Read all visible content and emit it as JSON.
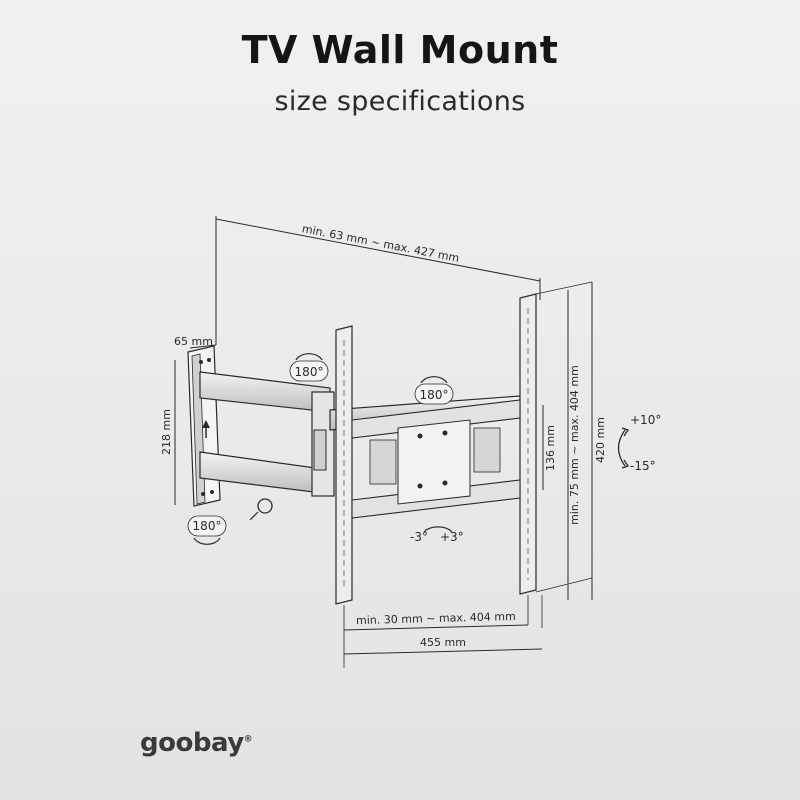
{
  "header": {
    "title": "TV Wall Mount",
    "subtitle": "size specifications"
  },
  "dimensions": {
    "arm_extension": "min. 63 mm ~ max. 427 mm",
    "wall_plate_depth": "65 mm",
    "wall_plate_height": "218 mm",
    "vesa_vertical": "min. 75 mm ~ max. 404 mm",
    "tv_bracket_height": "420 mm",
    "inner_height": "136 mm",
    "vesa_horizontal": "min. 30 mm ~ max. 404 mm",
    "tv_bracket_width": "455 mm"
  },
  "rotations": {
    "arm_swivel_top": "180°",
    "arm_swivel_middle": "180°",
    "wall_swivel_bottom": "180°",
    "tilt_up": "+10°",
    "tilt_down": "-15°",
    "level_minus": "-3°",
    "level_plus": "+3°"
  },
  "brand": {
    "logo_text": "goobay",
    "logo_color": "#3a3a3a"
  },
  "colors": {
    "background": "#ececec",
    "line": "#2a2a2a",
    "metal_dark": "#3a3a3a",
    "metal_light": "#d9d9d9"
  }
}
